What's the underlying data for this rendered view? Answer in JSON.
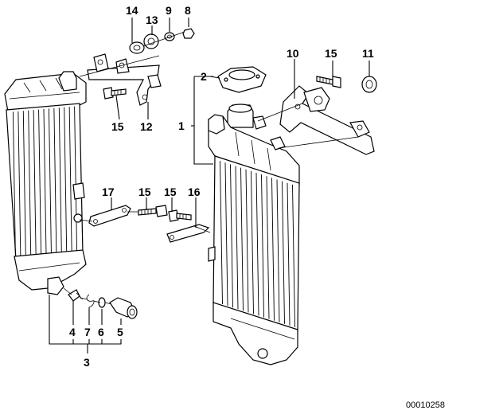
{
  "labels": {
    "l1": "1",
    "l2": "2",
    "l3": "3",
    "l4": "4",
    "l5": "5",
    "l6": "6",
    "l7": "7",
    "l8": "8",
    "l9": "9",
    "l10": "10",
    "l11": "11",
    "l12": "12",
    "l13": "13",
    "l14": "14",
    "l15a": "15",
    "l15b": "15",
    "l15c": "15",
    "l15d": "15",
    "l16": "16",
    "l17": "17"
  },
  "diagram_id": "00010258"
}
